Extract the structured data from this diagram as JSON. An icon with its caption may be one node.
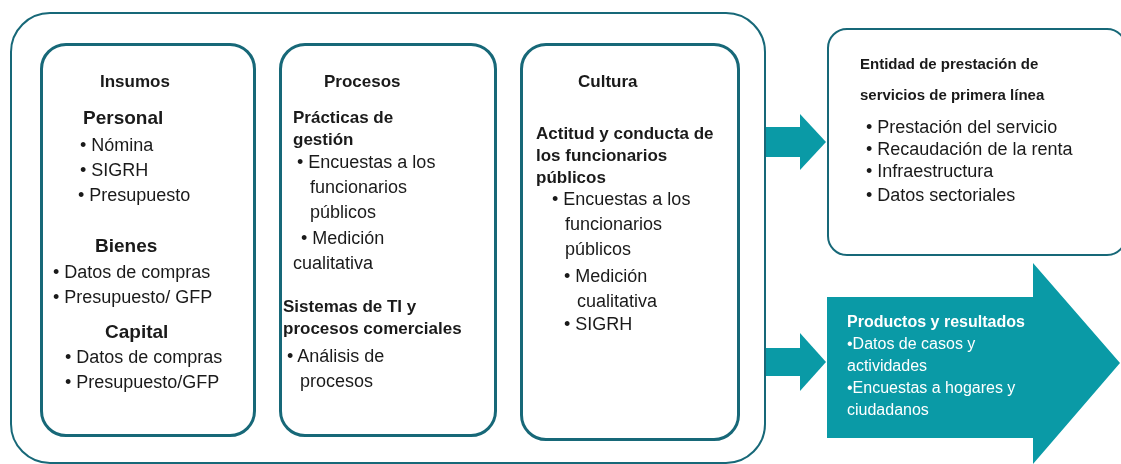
{
  "diagram": {
    "nodes": [
      {
        "text": [],
        "shape": "box"
      },
      {
        "text": [
          "Insumos",
          "Personal",
          "• Nómina",
          "• SIGRH",
          "• Presupuesto",
          "Bienes",
          "• Datos de compras",
          "• Presupuesto/ GFP",
          "Capital",
          "• Datos de compras",
          "• Presupuesto/GFP"
        ],
        "in": 0
      },
      {
        "text": [
          "Procesos",
          "Prácticas de gestión",
          "• Encuestas a los funcionarios públicos",
          "• Medición cualitativa",
          "Sistemas de TI y procesos comerciales",
          "• Análisis de procesos"
        ],
        "in": 0
      },
      {
        "text": [
          "Cultura",
          "Actitud y conducta de los funcionarios públicos",
          "• Encuestas a los funcionarios públicos",
          "• Medición cualitativa",
          "• SIGRH"
        ],
        "in": 0
      },
      {
        "text": [
          "Entidad de prestación de servicios de primera línea",
          "• Prestación del servicio",
          "• Recaudación de la renta",
          "• Infraestructura",
          "• Datos sectoriales"
        ]
      },
      {
        "text": [
          "Productos y resultados",
          "•Datos de casos y actividades",
          "•Encuestas a hogares y ciudadanos"
        ]
      }
    ],
    "edges": [
      {
        "from": 0,
        "to": 4,
        "arrow": "to"
      },
      {
        "from": 0,
        "to": 5,
        "arrow": "to"
      }
    ]
  }
}
